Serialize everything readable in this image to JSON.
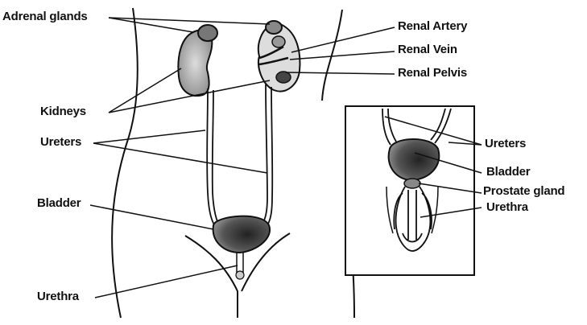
{
  "labels": {
    "adrenal_glands": "Adrenal glands",
    "kidneys": "Kidneys",
    "ureters_left": "Ureters",
    "bladder_left": "Bladder",
    "urethra_left": "Urethra",
    "renal_artery": "Renal Artery",
    "renal_vein": "Renal Vein",
    "renal_pelvis": "Renal Pelvis",
    "ureters_inset": "Ureters",
    "bladder_inset": "Bladder",
    "prostate_gland": "Prostate gland",
    "urethra_inset": "Urethra"
  },
  "colors": {
    "ink": "#111111",
    "organ_fill": "#9a9a9a",
    "organ_dark": "#333333",
    "background": "#ffffff"
  }
}
